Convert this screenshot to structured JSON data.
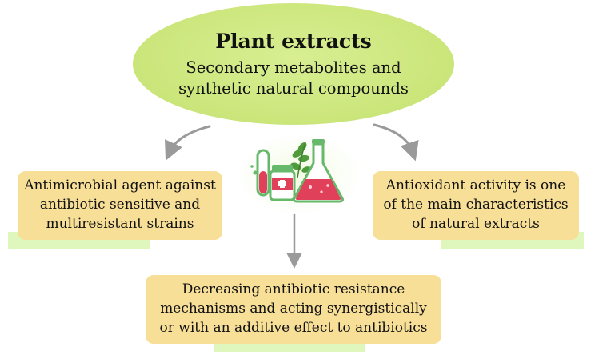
{
  "header": {
    "title": "Plant extracts",
    "subtitle": "Secondary metabolites and\nsynthetic natural compounds"
  },
  "boxes": {
    "left": "Antimicrobial agent against\nantibiotic sensitive and\nmultiresistant strains",
    "right": "Antioxidant activity is one\nof the main characteristics\nof natural extracts",
    "bottom": "Decreasing antibiotic resistance\nmechanisms and acting synergistically\nor with an additive effect to antibiotics"
  },
  "icons": {
    "center": "lab-glassware-plant-icon"
  },
  "colors": {
    "ellipse": "#cde77e",
    "box": "#f7df98",
    "accent": "#dff6bd",
    "arrow": "#9a9a9a",
    "flask_liquid": "#e0405a",
    "glass": "#66b86a"
  }
}
